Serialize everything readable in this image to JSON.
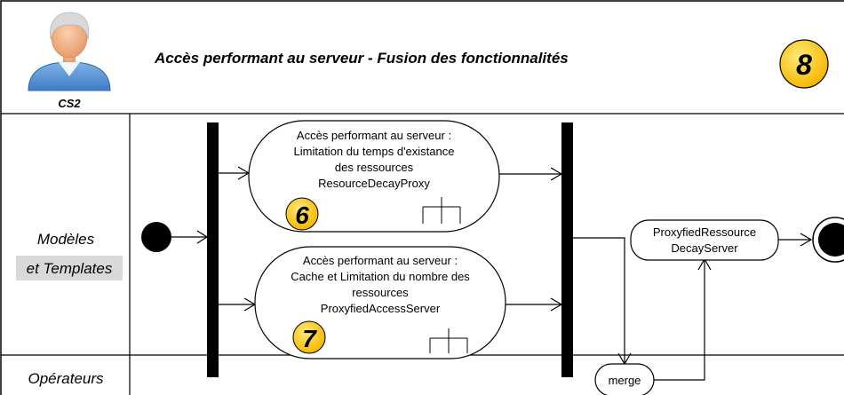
{
  "header": {
    "title": "Accès performant au serveur - Fusion des fonctionnalités",
    "actor_label": "CS2",
    "step_badge": "8"
  },
  "lanes": [
    {
      "label_line1": "Modèles",
      "label_line2": "et Templates"
    },
    {
      "label": "Opérateurs"
    }
  ],
  "activities": [
    {
      "lines": [
        "Accès performant au serveur :",
        "Limitation du temps d'existance",
        "des ressources",
        "ResourceDecayProxy"
      ],
      "badge": "6"
    },
    {
      "lines": [
        "Accès performant au serveur :",
        "Cache et Limitation du nombre des",
        "ressources",
        "ProxyfiedAccessServer"
      ],
      "badge": "7"
    }
  ],
  "final_action": {
    "lines": [
      "ProxyfiedRessource",
      "DecayServer"
    ]
  },
  "merge_node": {
    "label": "merge"
  },
  "colors": {
    "badge_fill": "#f5c400",
    "lane_highlight": "#d9d9d9",
    "avatar_shirt": "#5b9bd5",
    "avatar_skin": "#f3b48a"
  }
}
